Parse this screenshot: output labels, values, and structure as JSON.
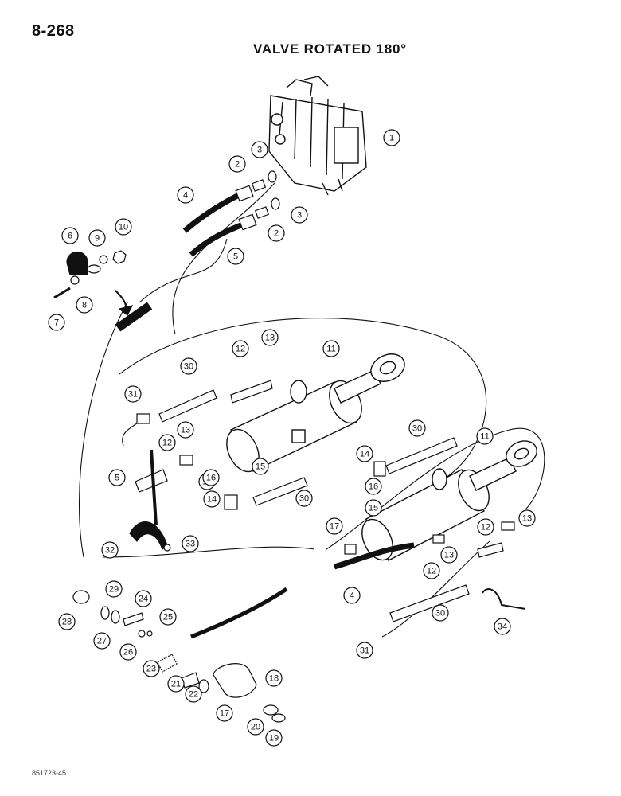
{
  "header": {
    "page_number": "8-268",
    "title": "VALVE ROTATED 180°"
  },
  "footer": {
    "drawing_code": "851723-45"
  },
  "callouts": [
    "1",
    "2",
    "3",
    "2",
    "3",
    "4",
    "5",
    "6",
    "7",
    "8",
    "9",
    "10",
    "11",
    "12",
    "13",
    "30",
    "31",
    "12",
    "13",
    "17",
    "15",
    "16",
    "14",
    "30",
    "5",
    "32",
    "33",
    "30",
    "11",
    "14",
    "16",
    "15",
    "17",
    "12",
    "13",
    "12",
    "13",
    "4",
    "30",
    "31",
    "34",
    "28",
    "29",
    "27",
    "24",
    "25",
    "26",
    "23",
    "21",
    "22",
    "17",
    "18",
    "20",
    "19"
  ]
}
